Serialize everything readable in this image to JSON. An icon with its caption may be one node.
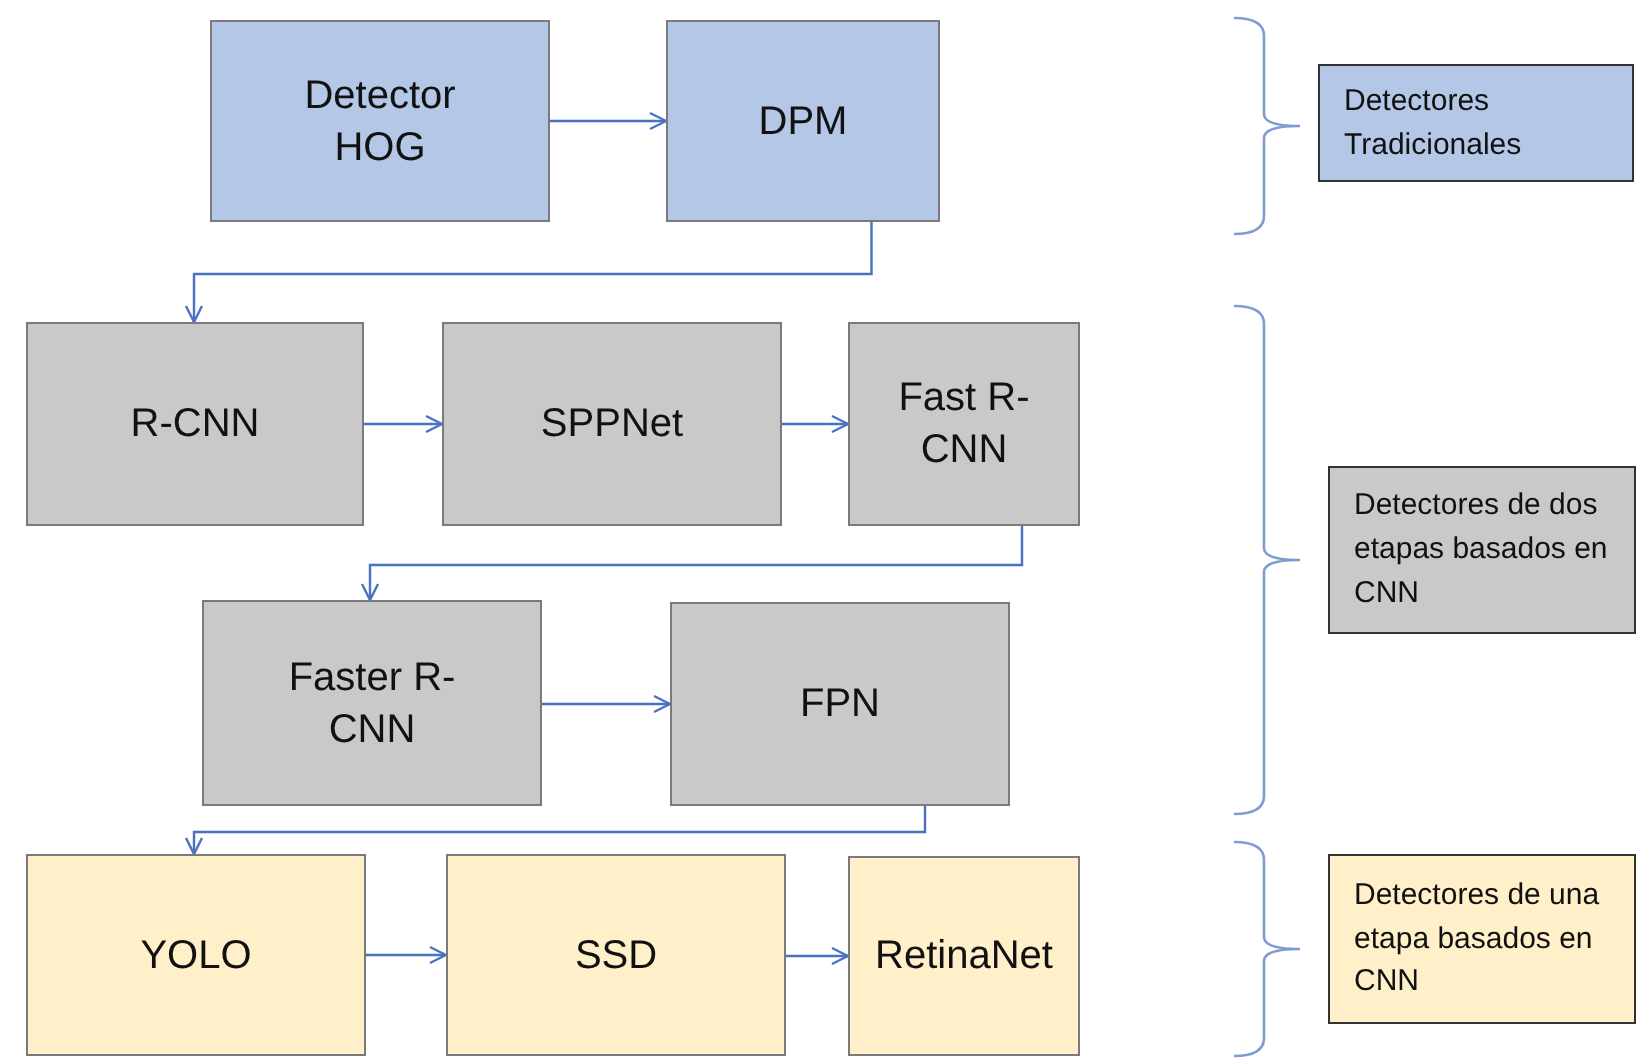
{
  "diagram": {
    "nodes": [
      {
        "text": [
          "Detector HOG"
        ]
      },
      {
        "text": [
          "DPM"
        ]
      },
      {
        "text": [
          "R-CNN"
        ]
      },
      {
        "text": [
          "SPPNet"
        ]
      },
      {
        "text": [
          "Fast R-CNN"
        ]
      },
      {
        "text": [
          "Faster R-CNN"
        ]
      },
      {
        "text": [
          "FPN"
        ]
      },
      {
        "text": [
          "YOLO"
        ]
      },
      {
        "text": [
          "SSD"
        ]
      },
      {
        "text": [
          "RetinaNet"
        ]
      },
      {
        "text": [
          "Detectores Tradicionales"
        ]
      },
      {
        "text": [
          "Detectores de dos etapas basados en CNN"
        ]
      },
      {
        "text": [
          "Detectores de una etapa basados en CNN"
        ]
      }
    ],
    "edges": [
      {
        "from": 0,
        "to": 1,
        "arrow": "to"
      },
      {
        "from": 1,
        "to": 2,
        "arrow": "to"
      },
      {
        "from": 2,
        "to": 3,
        "arrow": "to"
      },
      {
        "from": 3,
        "to": 4,
        "arrow": "to"
      },
      {
        "from": 4,
        "to": 5,
        "arrow": "to"
      },
      {
        "from": 5,
        "to": 6,
        "arrow": "to"
      },
      {
        "from": 6,
        "to": 7,
        "arrow": "to"
      },
      {
        "from": 7,
        "to": 8,
        "arrow": "to"
      },
      {
        "from": 8,
        "to": 9,
        "arrow": "to"
      }
    ]
  }
}
